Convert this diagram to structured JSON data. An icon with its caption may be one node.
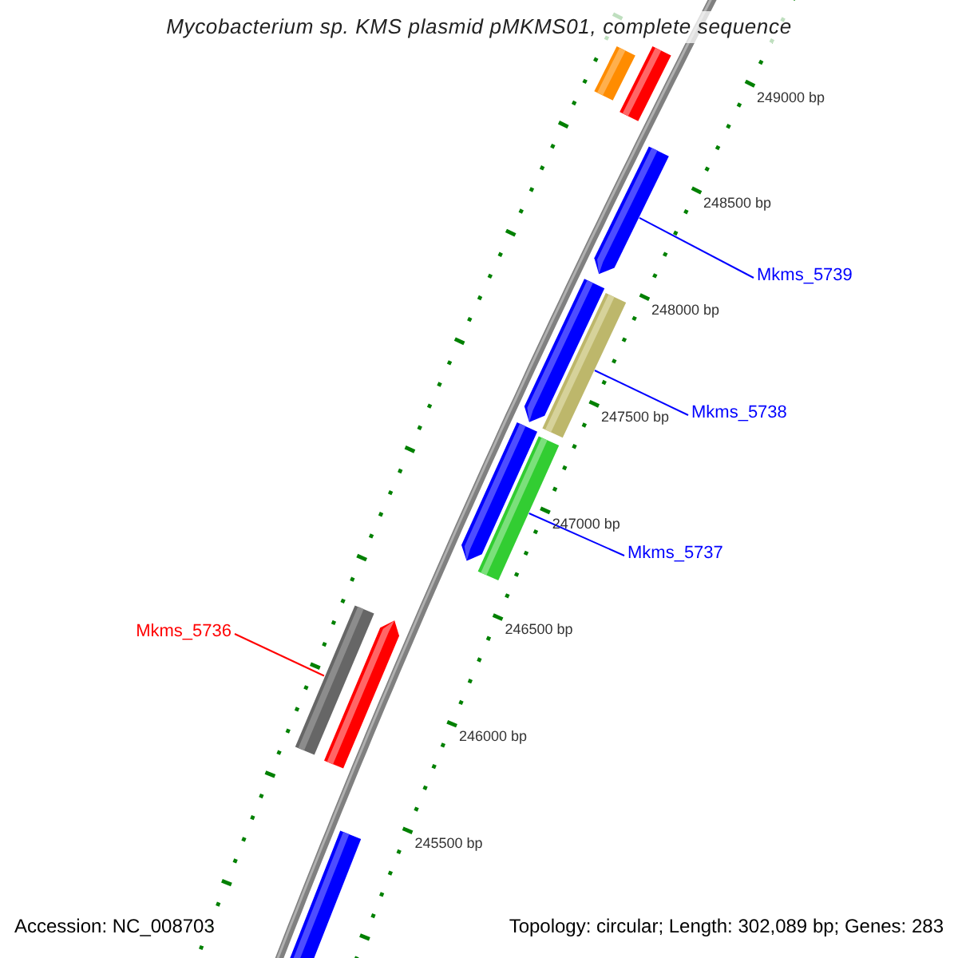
{
  "diagram": {
    "title": "Mycobacterium sp. KMS plasmid pMKMS01, complete sequence",
    "nodes": [
      {
        "text": [],
        "shape": "bar"
      },
      {
        "text": [],
        "shape": "bar"
      },
      {
        "text": [],
        "shape": "bar"
      },
      {
        "text": [],
        "shape": "bar"
      },
      {
        "text": [],
        "shape": "bar"
      },
      {
        "text": [],
        "shape": "bar"
      },
      {
        "text": [],
        "shape": "bar"
      },
      {
        "text": [],
        "shape": "bar"
      },
      {
        "text": [],
        "shape": "bar"
      },
      {
        "text": [],
        "shape": "bar"
      },
      {
        "text": [
          "Mkms_5739"
        ]
      },
      {
        "text": [
          "Mkms_5738"
        ]
      },
      {
        "text": [
          "Mkms_5737"
        ]
      },
      {
        "text": [
          "Mkms_5736"
        ]
      }
    ],
    "edges": [
      {
        "from": 10,
        "to": 2,
        "arrow": "none"
      },
      {
        "from": 11,
        "to": 4,
        "arrow": "none"
      },
      {
        "from": 12,
        "to": 6,
        "arrow": "none"
      },
      {
        "from": 13,
        "to": 7,
        "arrow": "none",
        "color": "#ff0000"
      }
    ],
    "labels": [
      "249000 bp",
      "248500 bp",
      "248000 bp",
      "247500 bp",
      "247000 bp",
      "246500 bp",
      "246000 bp",
      "245500 bp",
      "Accession: NC_008703",
      "Topology: circular; Length: 302,089 bp; Genes: 283"
    ]
  }
}
